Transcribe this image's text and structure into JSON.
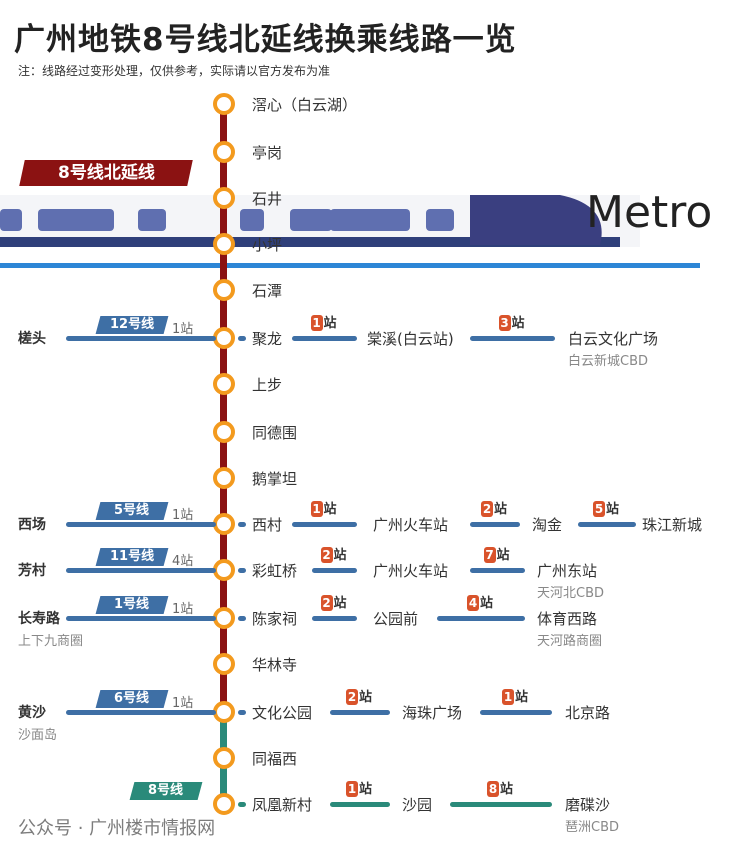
{
  "title": "广州地铁8号线北延线换乘线路一览",
  "note": "注：线路经过变形处理，仅供参考，实际请以官方发布为准",
  "banner": "8号线北延线",
  "metro_logo": "Metro",
  "colors": {
    "north_ext": "#8b1212",
    "line8": "#2a8a7a",
    "transfer": "#3e6fa5",
    "station": "#f39a1e",
    "count": "#d9532b"
  },
  "stations": [
    "滘心（白云湖）",
    "亭岗",
    "石井",
    "小坪",
    "石潭",
    "聚龙",
    "上步",
    "同德围",
    "鹅掌坦",
    "西村",
    "彩虹桥",
    "陈家祠",
    "华林寺",
    "文化公园",
    "同福西",
    "凤凰新村"
  ],
  "transfers": [
    {
      "station_index": 5,
      "left_station": "槎头",
      "left_sub": "",
      "line": "12号线",
      "left_count": "1站",
      "stops": [
        {
          "count": "1",
          "name": "棠溪(白云站)",
          "sub": ""
        },
        {
          "count": "3",
          "name": "白云文化广场",
          "sub": "白云新城CBD"
        }
      ]
    },
    {
      "station_index": 9,
      "left_station": "西场",
      "left_sub": "",
      "line": "5号线",
      "left_count": "1站",
      "stops": [
        {
          "count": "1",
          "name": "广州火车站",
          "sub": ""
        },
        {
          "count": "2",
          "name": "淘金",
          "sub": ""
        },
        {
          "count": "5",
          "name": "珠江新城",
          "sub": ""
        }
      ]
    },
    {
      "station_index": 10,
      "left_station": "芳村",
      "left_sub": "",
      "line": "11号线",
      "left_count": "4站",
      "stops": [
        {
          "count": "2",
          "name": "广州火车站",
          "sub": ""
        },
        {
          "count": "7",
          "name": "广州东站",
          "sub": "天河北CBD"
        }
      ]
    },
    {
      "station_index": 11,
      "left_station": "长寿路",
      "left_sub": "上下九商圈",
      "line": "1号线",
      "left_count": "1站",
      "stops": [
        {
          "count": "2",
          "name": "公园前",
          "sub": ""
        },
        {
          "count": "4",
          "name": "体育西路",
          "sub": "天河路商圈"
        }
      ]
    },
    {
      "station_index": 13,
      "left_station": "黄沙",
      "left_sub": "沙面岛",
      "line": "6号线",
      "left_count": "1站",
      "stops": [
        {
          "count": "2",
          "name": "海珠广场",
          "sub": ""
        },
        {
          "count": "1",
          "name": "北京路",
          "sub": ""
        }
      ]
    },
    {
      "station_index": 15,
      "left_station": "",
      "left_sub": "",
      "line": "8号线",
      "left_count": "",
      "stops": [
        {
          "count": "1",
          "name": "沙园",
          "sub": ""
        },
        {
          "count": "8",
          "name": "磨碟沙",
          "sub": "琶洲CBD"
        }
      ]
    }
  ],
  "station_suffix": "站",
  "watermark": "公众号 · 广州楼市情报网"
}
